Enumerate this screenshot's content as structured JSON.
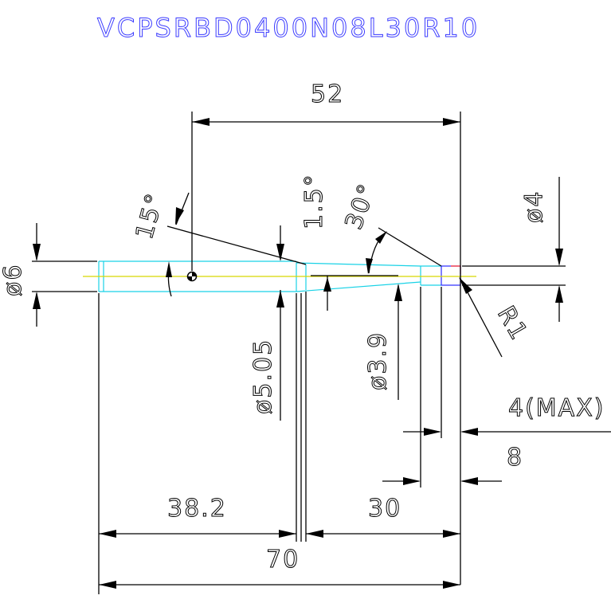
{
  "title": "VCPSRBD0400N08L30R10",
  "dims": {
    "top_length": "52",
    "angle_15": "15°",
    "angle_1_5": "1.5°",
    "angle_30": "30°",
    "dia_4": "ø4",
    "dia_6": "ø6",
    "radius": "R1",
    "dia_5_05": "ø5.05",
    "dia_3_9": "ø3.9",
    "max_4": "4(MAX)",
    "len_8": "8",
    "len_38_2": "38.2",
    "len_30": "30",
    "len_70": "70"
  },
  "colors": {
    "title": "#3b3bff",
    "dimension": "#000000",
    "body_outline": "#19d2e6",
    "tip_outline": "#2a2aff",
    "center_line": "#d8d800",
    "radius_mark": "#ff3030"
  }
}
